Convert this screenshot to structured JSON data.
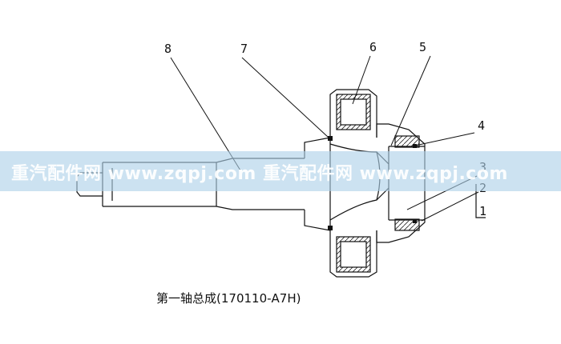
{
  "drawing": {
    "caption": "第一轴总成(170110-A7H)",
    "callouts": [
      "8",
      "7",
      "6",
      "5",
      "4",
      "3",
      "2",
      "1"
    ]
  },
  "watermark": {
    "text": "重汽配件网  www.zqpj.com  重汽配件网  www.zqpj.com"
  }
}
